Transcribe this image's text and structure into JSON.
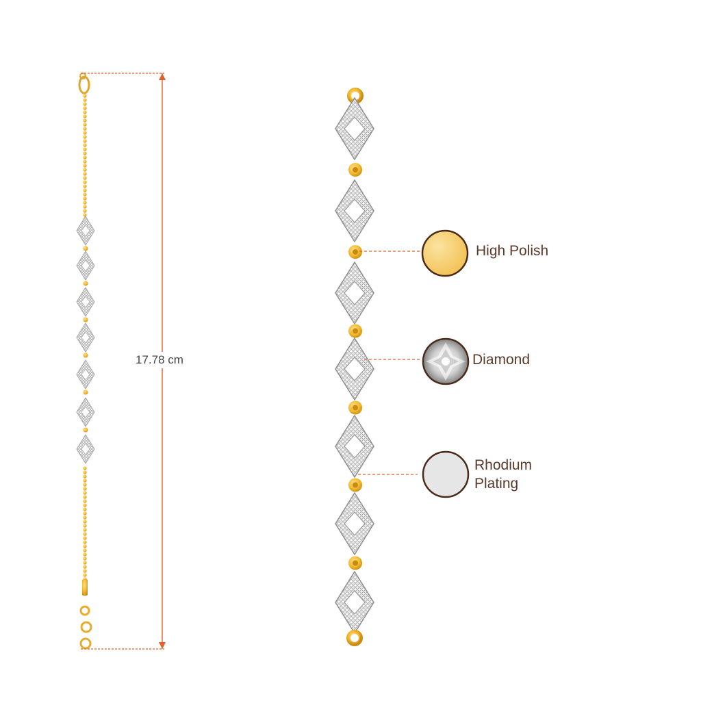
{
  "measurement": {
    "length_label": "17.78 cm"
  },
  "features": [
    {
      "name": "High Polish",
      "icon": "gold-swatch-icon",
      "color": "#f7c95c"
    },
    {
      "name": "Diamond",
      "icon": "diamond-swatch-icon",
      "color": "#e8e8e8"
    },
    {
      "name": "Rhodium Plating",
      "lines": [
        "Rhodium",
        "Plating"
      ],
      "icon": "rhodium-swatch-icon",
      "color": "#e6e6e6"
    }
  ],
  "colors": {
    "gold": "#f2b92c",
    "gold_dark": "#c98a12",
    "accent_line": "#e0612a",
    "swatch_border": "#4a2a1a",
    "diamond_white": "#f4f4f4",
    "diamond_grey": "#9a9a9a"
  }
}
